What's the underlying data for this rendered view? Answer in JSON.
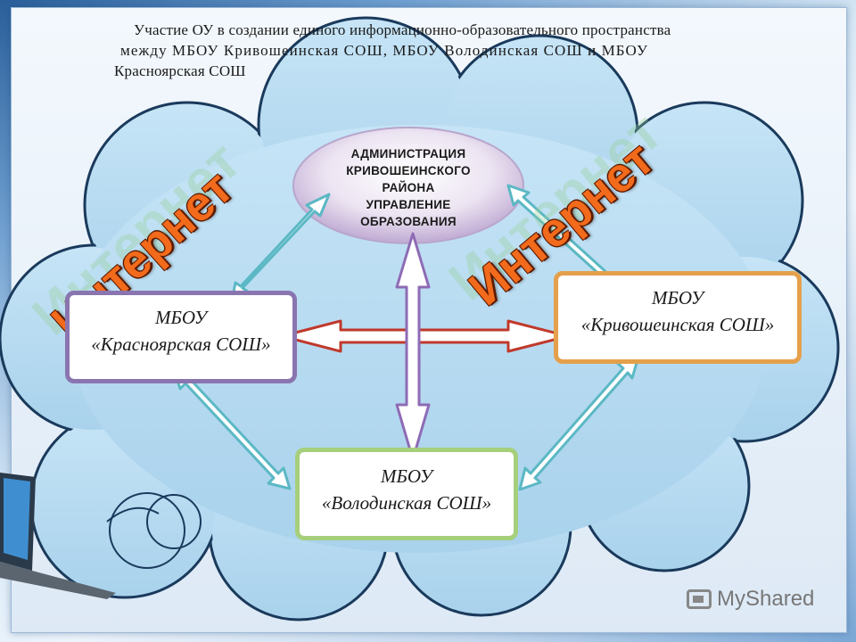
{
  "title": {
    "line1": "Участие ОУ в создании единого информационно-образовательного пространства",
    "line2": "между МБОУ Кривошеинская СОШ, МБОУ Володинская СОШ и МБОУ",
    "line3": "Красноярская СОШ"
  },
  "admin": {
    "line1": "АДМИНИСТРАЦИЯ",
    "line2": "КРИВОШЕИНСКОГО",
    "line3": "РАЙОНА",
    "line4": "УПРАВЛЕНИЕ",
    "line5": "ОБРАЗОВАНИЯ"
  },
  "schools": {
    "krasnoyarsk": {
      "line1": "МБОУ",
      "line2": "«Красноярская СОШ»"
    },
    "krivosheino": {
      "line1": "МБОУ",
      "line2": "«Кривошеинская СОШ»"
    },
    "volodino": {
      "line1": "МБОУ",
      "line2": "«Володинская СОШ»"
    }
  },
  "internet_label": "Интернет",
  "watermark": "MyShared",
  "colors": {
    "cloud_fill": "#b9dcf1",
    "cloud_stroke": "#1a3a5c",
    "arrow_teal": "#5bb8c4",
    "arrow_red": "#c0392b",
    "arrow_purple": "#8e6bb5",
    "internet_orange": "#f26a1b",
    "border_purple": "#8a75b0",
    "border_orange": "#e5a04c",
    "border_green": "#a6cf7c"
  },
  "icons": [
    "laptop-icon",
    "swirl-decoration",
    "myshared-logo-icon"
  ]
}
